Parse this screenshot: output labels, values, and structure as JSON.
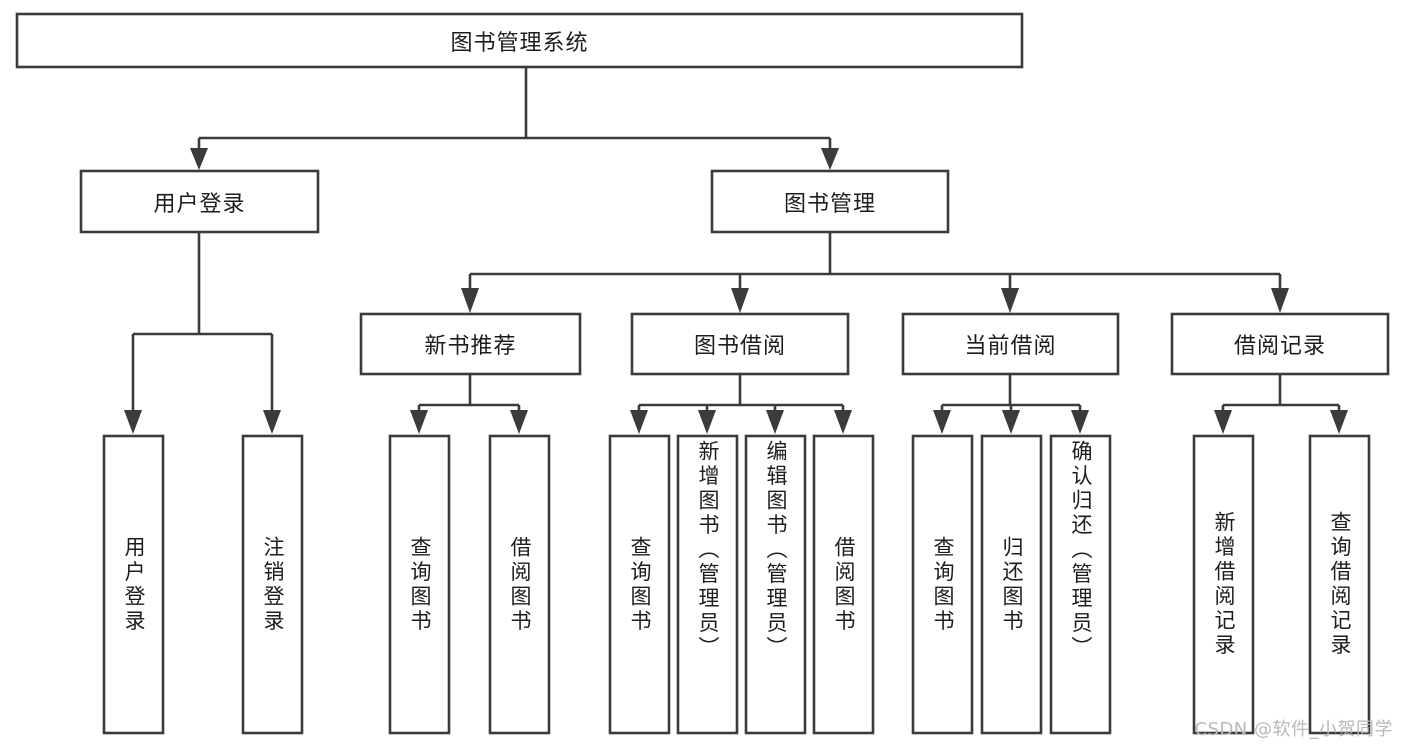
{
  "diagram": {
    "title": "图书管理系统",
    "type": "tree-hierarchy",
    "watermark": "CSDN @软件_小贺同学",
    "colors": {
      "stroke": "#3b3b3b",
      "fill": "#ffffff",
      "text": "#1d1d1d",
      "watermark": "#b9b9b9"
    },
    "root": {
      "label": "图书管理系统"
    },
    "level2": [
      {
        "label": "用户登录"
      },
      {
        "label": "图书管理"
      }
    ],
    "level3": [
      {
        "label": "新书推荐"
      },
      {
        "label": "图书借阅"
      },
      {
        "label": "当前借阅"
      },
      {
        "label": "借阅记录"
      }
    ],
    "leaves": {
      "user_login": [
        {
          "label": "用户登录"
        },
        {
          "label": "注销登录"
        }
      ],
      "new_book_recommend": [
        {
          "label": "查询图书"
        },
        {
          "label": "借阅图书"
        }
      ],
      "book_borrow": [
        {
          "label": "查询图书"
        },
        {
          "label": "新增图书（管理员）"
        },
        {
          "label": "编辑图书（管理员）"
        },
        {
          "label": "借阅图书"
        }
      ],
      "current_borrow": [
        {
          "label": "查询图书"
        },
        {
          "label": "归还图书"
        },
        {
          "label": "确认归还（管理员）"
        }
      ],
      "borrow_record": [
        {
          "label": "新增借阅记录"
        },
        {
          "label": "查询借阅记录"
        }
      ]
    }
  }
}
